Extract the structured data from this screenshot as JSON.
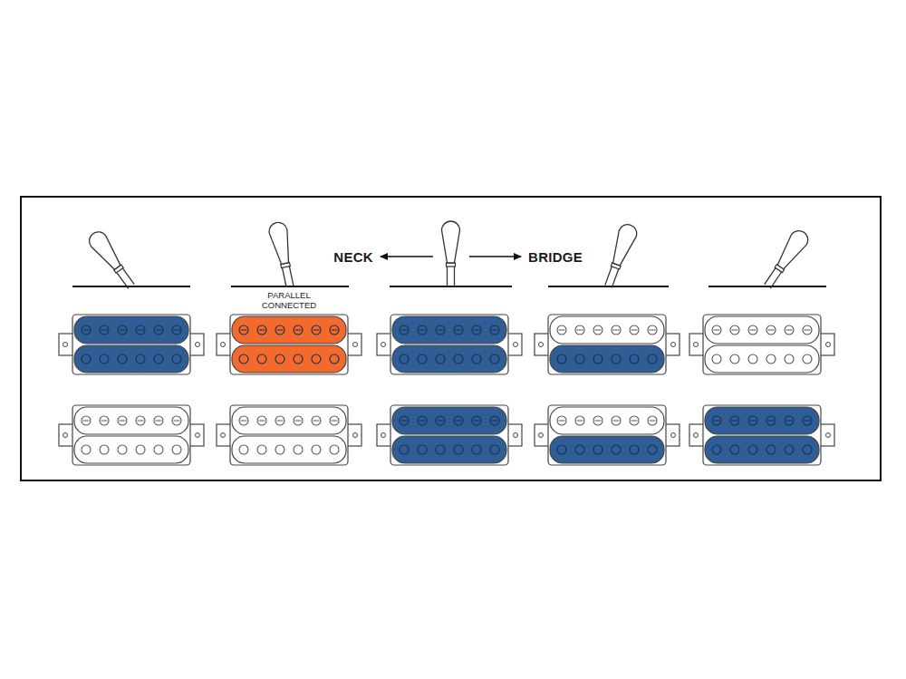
{
  "diagram": {
    "labels": [
      "NECK",
      "BRIDGE",
      "PARALLEL CONNECTED"
    ]
  }
}
